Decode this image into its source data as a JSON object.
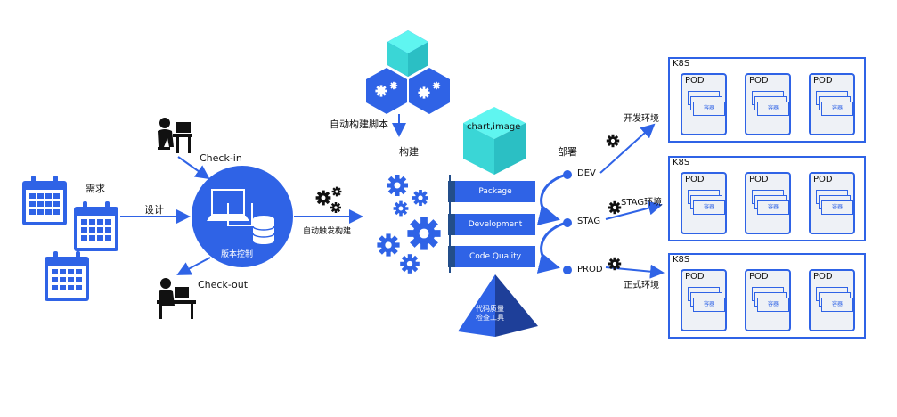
{
  "labels": {
    "demand": "需求",
    "design": "设计",
    "checkin": "Check-in",
    "checkout": "Check-out",
    "vcs": "版本控制",
    "auto_trigger": "自动触发构建",
    "build_script": "自动构建脚本",
    "build": "构建",
    "artifact": "chart,image",
    "deploy": "部署",
    "quality_tool": "代码质量\n检查工具"
  },
  "pipeline_stages": [
    "Package",
    "Development",
    "Code Quality"
  ],
  "deploy_stages": [
    "DEV",
    "STAG",
    "PROD"
  ],
  "environments": [
    "开发环境",
    "STAG环境",
    "正式环境"
  ],
  "clusters": [
    {
      "title": "K8S",
      "pods": [
        {
          "title": "POD",
          "container": "容器"
        },
        {
          "title": "POD",
          "container": "容器"
        },
        {
          "title": "POD",
          "container": "容器"
        }
      ]
    },
    {
      "title": "K8S",
      "pods": [
        {
          "title": "POD",
          "container": "容器"
        },
        {
          "title": "POD",
          "container": "容器"
        },
        {
          "title": "POD",
          "container": "容器"
        }
      ]
    },
    {
      "title": "K8S",
      "pods": [
        {
          "title": "POD",
          "container": "容器"
        },
        {
          "title": "POD",
          "container": "容器"
        },
        {
          "title": "POD",
          "container": "容器"
        }
      ]
    }
  ],
  "colors": {
    "primary": "#2f63e6",
    "panel": "#e6f0fa",
    "cube_top": "#3ff0f0",
    "dark": "#234e8a"
  }
}
